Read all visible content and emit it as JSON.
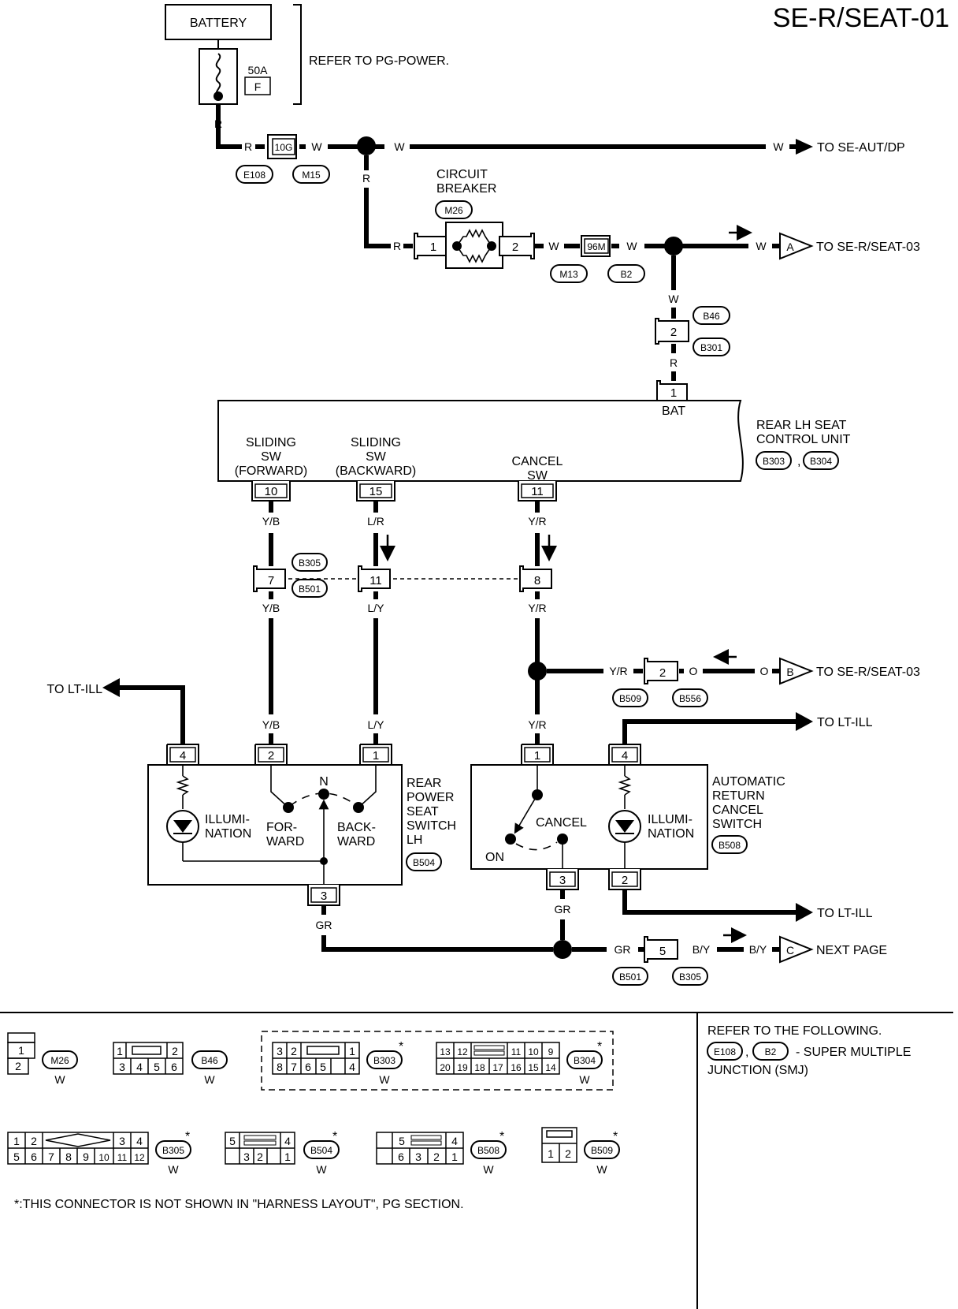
{
  "page_title": "SE-R/SEAT-01",
  "power": {
    "battery": "BATTERY",
    "fuse_rating": "50A",
    "fuse_type": "F",
    "refer": "REFER TO PG-POWER."
  },
  "wires": {
    "R": "R",
    "W": "W",
    "YB": "Y/B",
    "LR": "L/R",
    "YR": "Y/R",
    "LY": "L/Y",
    "GR": "GR",
    "O": "O",
    "BY": "B/Y"
  },
  "connectors": {
    "E108": "E108",
    "M15": "M15",
    "M26": "M26",
    "M13": "M13",
    "B2": "B2",
    "B46": "B46",
    "B301": "B301",
    "B303": "B303",
    "B304": "B304",
    "B305": "B305",
    "B501": "B501",
    "B509": "B509",
    "B556": "B556",
    "B504": "B504",
    "B508": "B508"
  },
  "pins": {
    "p10G": "10G",
    "p96M": "96M",
    "p1": "1",
    "p2": "2",
    "p3": "3",
    "p4": "4",
    "p5": "5",
    "p7": "7",
    "p8": "8",
    "p10": "10",
    "p11": "11",
    "p15": "15"
  },
  "destinations": {
    "se_aut_dp": "TO SE-AUT/DP",
    "se_r_seat_03": "TO SE-R/SEAT-03",
    "lt_ill": "TO LT-ILL",
    "next_page": "NEXT PAGE",
    "A": "A",
    "B": "B",
    "C": "C"
  },
  "breaker": {
    "line1": "CIRCUIT",
    "line2": "BREAKER"
  },
  "control_unit": {
    "bat": "BAT",
    "name1": "REAR LH SEAT",
    "name2": "CONTROL UNIT",
    "sep": ",",
    "sw_fwd": [
      "SLIDING",
      "SW",
      "(FORWARD)"
    ],
    "sw_bwd": [
      "SLIDING",
      "SW",
      "(BACKWARD)"
    ],
    "sw_cancel": [
      "CANCEL",
      "SW"
    ]
  },
  "seat_switch": {
    "illum": [
      "ILLUMI-",
      "NATION"
    ],
    "fwd": [
      "FOR-",
      "WARD"
    ],
    "bwd": [
      "BACK-",
      "WARD"
    ],
    "n": "N",
    "name": [
      "REAR",
      "POWER",
      "SEAT",
      "SWITCH",
      "LH"
    ]
  },
  "cancel_switch": {
    "cancel": "CANCEL",
    "on": "ON",
    "illum": [
      "ILLUMI-",
      "NATION"
    ],
    "name": [
      "AUTOMATIC",
      "RETURN",
      "CANCEL",
      "SWITCH"
    ]
  },
  "legend": {
    "harness_color": "W",
    "star": "*",
    "footnote": "*:THIS CONNECTOR IS NOT SHOWN IN \"HARNESS LAYOUT\", PG SECTION.",
    "refer_title": "REFER TO THE FOLLOWING.",
    "refer_sep": ",",
    "refer_desc": "- SUPER MULTIPLE",
    "refer_desc2": "JUNCTION (SMJ)",
    "m26_pins": [
      "1",
      "2"
    ],
    "b46_pins": [
      "1",
      "2",
      "3",
      "4",
      "5",
      "6"
    ],
    "b303_top": [
      "3",
      "2",
      "1"
    ],
    "b303_bot": [
      "8",
      "7",
      "6",
      "5",
      "4"
    ],
    "b304_top": [
      "13",
      "12",
      "11",
      "10",
      "9"
    ],
    "b304_bot": [
      "20",
      "19",
      "18",
      "17",
      "16",
      "15",
      "14"
    ],
    "b305_top": [
      "1",
      "2",
      "3",
      "4"
    ],
    "b305_bot": [
      "5",
      "6",
      "7",
      "8",
      "9",
      "10",
      "11",
      "12"
    ],
    "b504_top": [
      "5",
      "4"
    ],
    "b504_bot": [
      "3",
      "2",
      "1"
    ],
    "b508_top": [
      "5",
      "4"
    ],
    "b508_bot": [
      "6",
      "3",
      "2",
      "1"
    ],
    "b509_pins": [
      "1",
      "2"
    ]
  }
}
